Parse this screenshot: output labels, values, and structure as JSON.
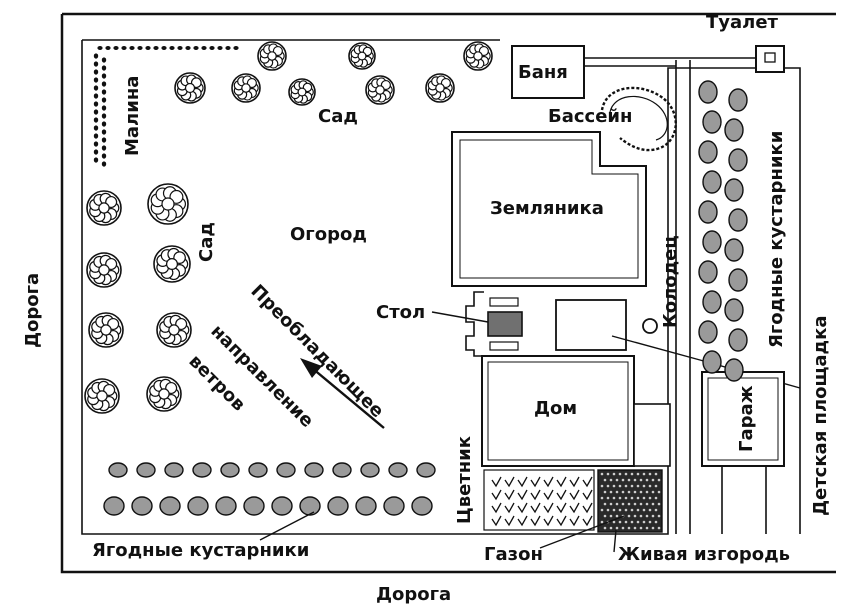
{
  "labels": {
    "road_bottom": "Дорога",
    "road_left": "Дорога",
    "toilet": "Туалет",
    "bathhouse": "Баня",
    "pool": "Бассейн",
    "raspberry": "Малина",
    "garden_top": "Сад",
    "garden_left": "Сад",
    "vegetable_garden": "Огород",
    "strawberry": "Земляника",
    "well": "Колодец",
    "berry_bushes_right": "Ягодные кустарники",
    "table": "Стол",
    "playground": "Детская площадка",
    "house": "Дом",
    "garage": "Гараж",
    "flowerbed": "Цветник",
    "lawn": "Газон",
    "hedge": "Живая изгородь",
    "berry_bushes_bottom": "Ягодные кустарники",
    "wind_1": "Преобладающее",
    "wind_2": "направление",
    "wind_3": "ветров"
  },
  "colors": {
    "ink": "#111111",
    "bush_fill": "#9a9a9a",
    "table_fill": "#707070",
    "hedge_fill": "#2a2a2a"
  }
}
